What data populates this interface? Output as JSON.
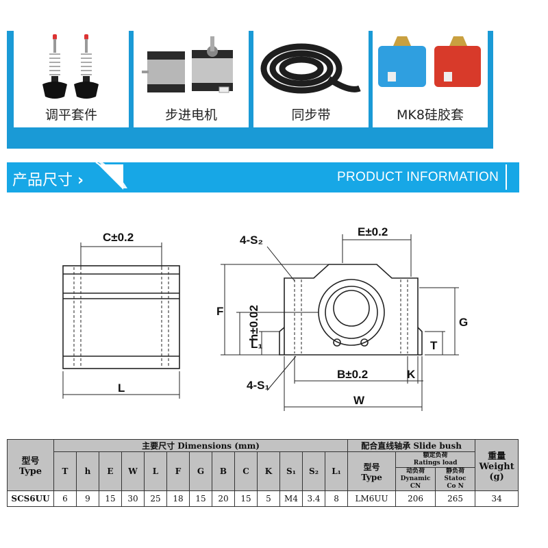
{
  "products": [
    {
      "label": "调平套件",
      "icon": "leveling-kit-image"
    },
    {
      "label": "步进电机",
      "icon": "stepper-motor-image"
    },
    {
      "label": "同步带",
      "icon": "timing-belt-image"
    },
    {
      "label": "MK8硅胶套",
      "icon": "silicone-sock-image"
    }
  ],
  "banner": {
    "title": "产品尺寸",
    "arrow": "›",
    "subtitle": "PRODUCT INFORMATION"
  },
  "drawing": {
    "labels": {
      "c": "C±0.2",
      "l": "L",
      "s2": "4-S₂",
      "e": "E±0.2",
      "f": "F",
      "h": "h±0.02",
      "l1": "L₁",
      "g": "G",
      "t": "T",
      "b": "B±0.2",
      "k": "K",
      "s1": "4-S₁",
      "w": "W"
    }
  },
  "table": {
    "header": {
      "model": "型号",
      "type": "Type",
      "dimensions": "主要尺寸 Dimensions (mm)",
      "dims": [
        "T",
        "h",
        "E",
        "W",
        "L",
        "F",
        "G",
        "B",
        "C",
        "K",
        "S₁",
        "S₂",
        "L₁"
      ],
      "bush": "配合直线轴承 Slide bush",
      "bush_model": "型号",
      "bush_type": "Type",
      "rating_cn": "额定负荷",
      "rating_en": "Ratings load",
      "dynamic_cn": "动负荷",
      "dynamic_en": "Dynamic",
      "dynamic_unit": "CN",
      "static_cn": "静负荷",
      "static_en": "Statoc",
      "static_unit": "Co N",
      "weight_cn": "重量",
      "weight_en": "Weight",
      "weight_unit": "(g)"
    },
    "row": {
      "model": "SCS6UU",
      "dims": [
        "6",
        "9",
        "15",
        "30",
        "25",
        "18",
        "15",
        "20",
        "15",
        "5",
        "M4",
        "3.4",
        "8"
      ],
      "bush": "LM6UU",
      "dynamic": "206",
      "static": "265",
      "weight": "34"
    }
  },
  "colors": {
    "accent": "#1a9ad6",
    "banner_bg": "#17a7e6",
    "header_bg": "#c2c2c2"
  }
}
